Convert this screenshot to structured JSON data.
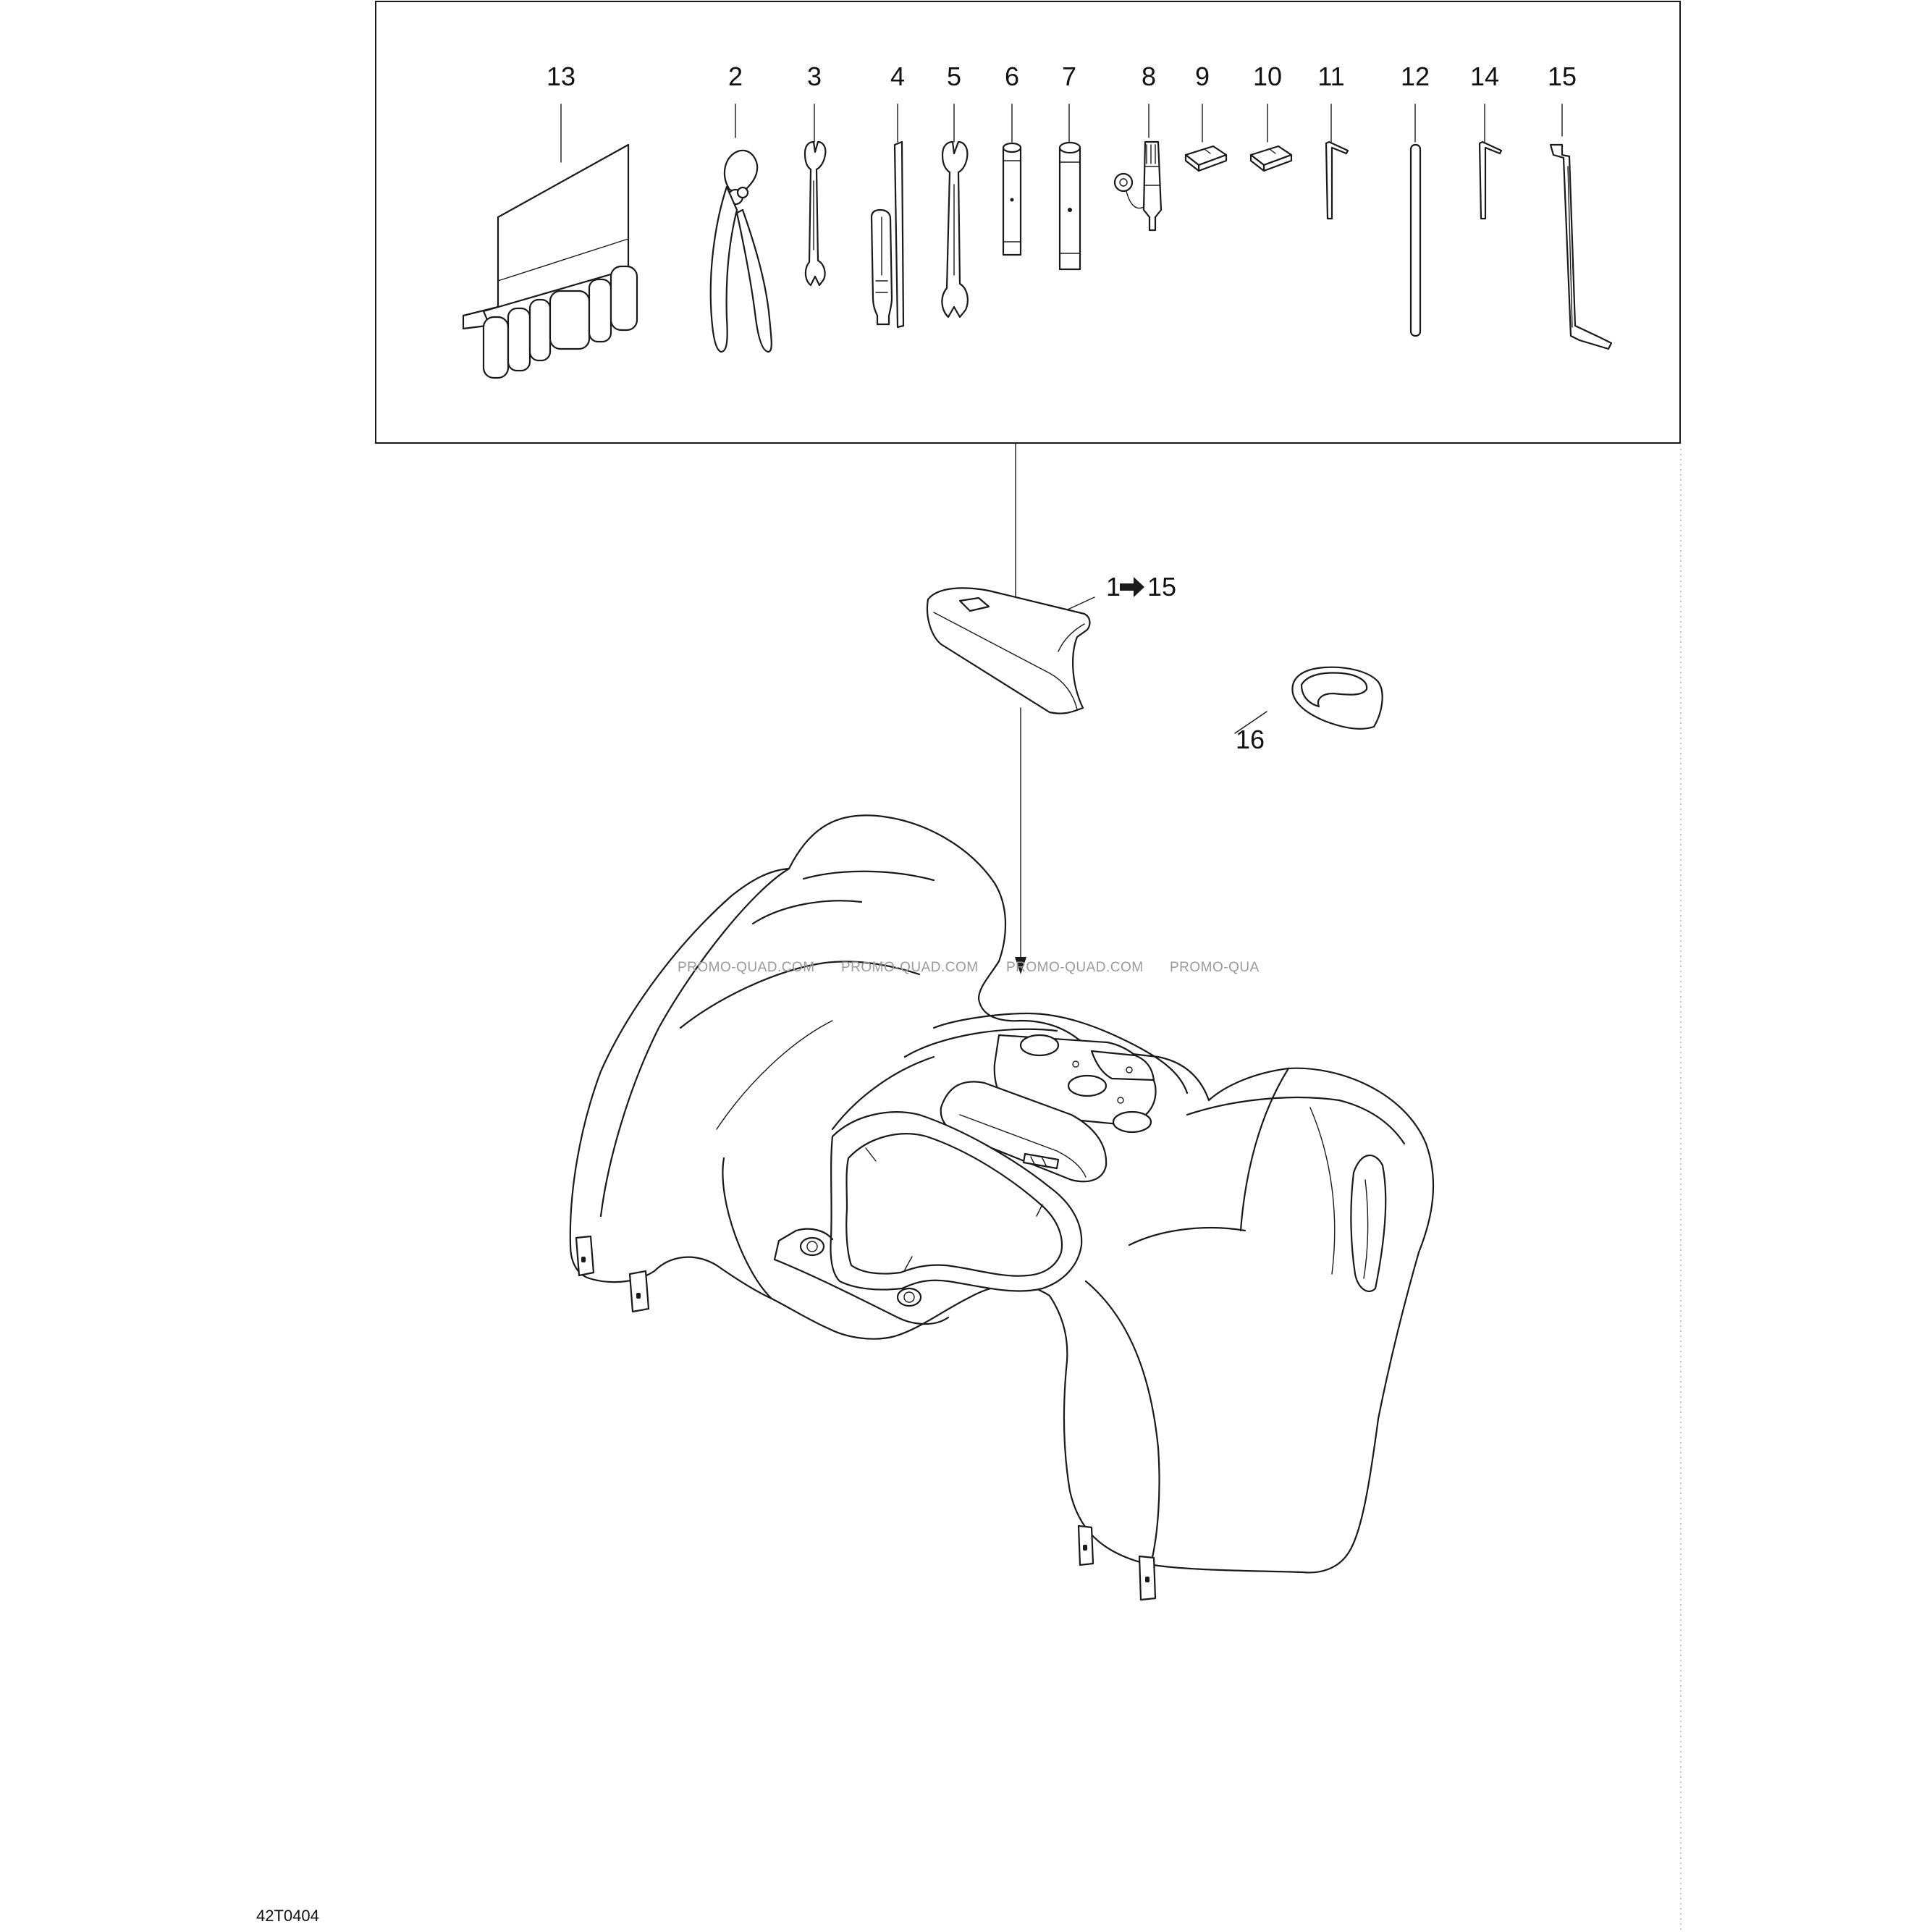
{
  "callouts": {
    "c13": "13",
    "c2": "2",
    "c3": "3",
    "c4": "4",
    "c5": "5",
    "c6": "6",
    "c7": "7",
    "c8": "8",
    "c9": "9",
    "c10": "10",
    "c11": "11",
    "c12": "12",
    "c14": "14",
    "c15": "15",
    "kit_from": "1",
    "kit_to": "15",
    "c16": "16"
  },
  "watermarks": [
    "PROMO-QUAD.COM",
    "PROMO-QUAD.COM",
    "PROMO-QUAD.COM",
    "PROMO-QUA"
  ],
  "figure_code": "42T0404"
}
